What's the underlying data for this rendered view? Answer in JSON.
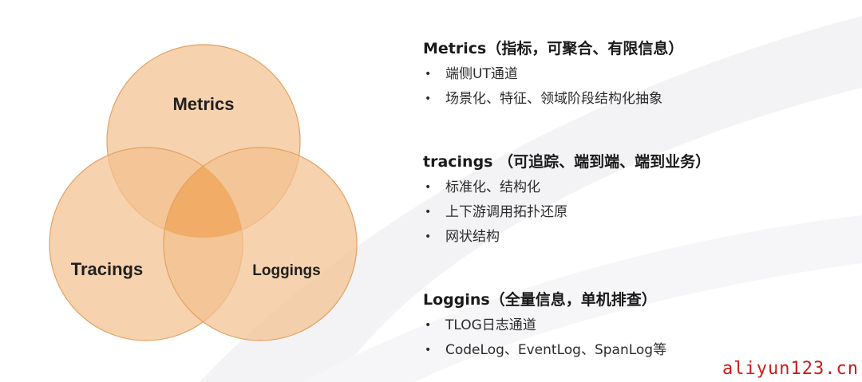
{
  "colors": {
    "circle_fill": "#f2c08f",
    "circle_stroke": "#e3a062",
    "center_overlap": "#ee9a46",
    "swoosh": "#f3f3f5",
    "watermark": "#cc1b1b"
  },
  "venn": {
    "circles": [
      {
        "label": "Metrics"
      },
      {
        "label": "Tracings"
      },
      {
        "label": "Loggings"
      }
    ]
  },
  "sections": [
    {
      "title": "Metrics（指标，可聚合、有限信息）",
      "items": [
        "端侧UT通道",
        "场景化、特征、领域阶段结构化抽象"
      ]
    },
    {
      "title": "tracings （可追踪、端到端、端到业务）",
      "items": [
        "标准化、结构化",
        "上下游调用拓扑还原",
        "网状结构"
      ]
    },
    {
      "title": "Loggins（全量信息，单机排查）",
      "items": [
        "TLOG日志通道",
        "CodeLog、EventLog、SpanLog等"
      ]
    }
  ],
  "bullet_glyph": "•",
  "watermark": "aliyun123.cn"
}
